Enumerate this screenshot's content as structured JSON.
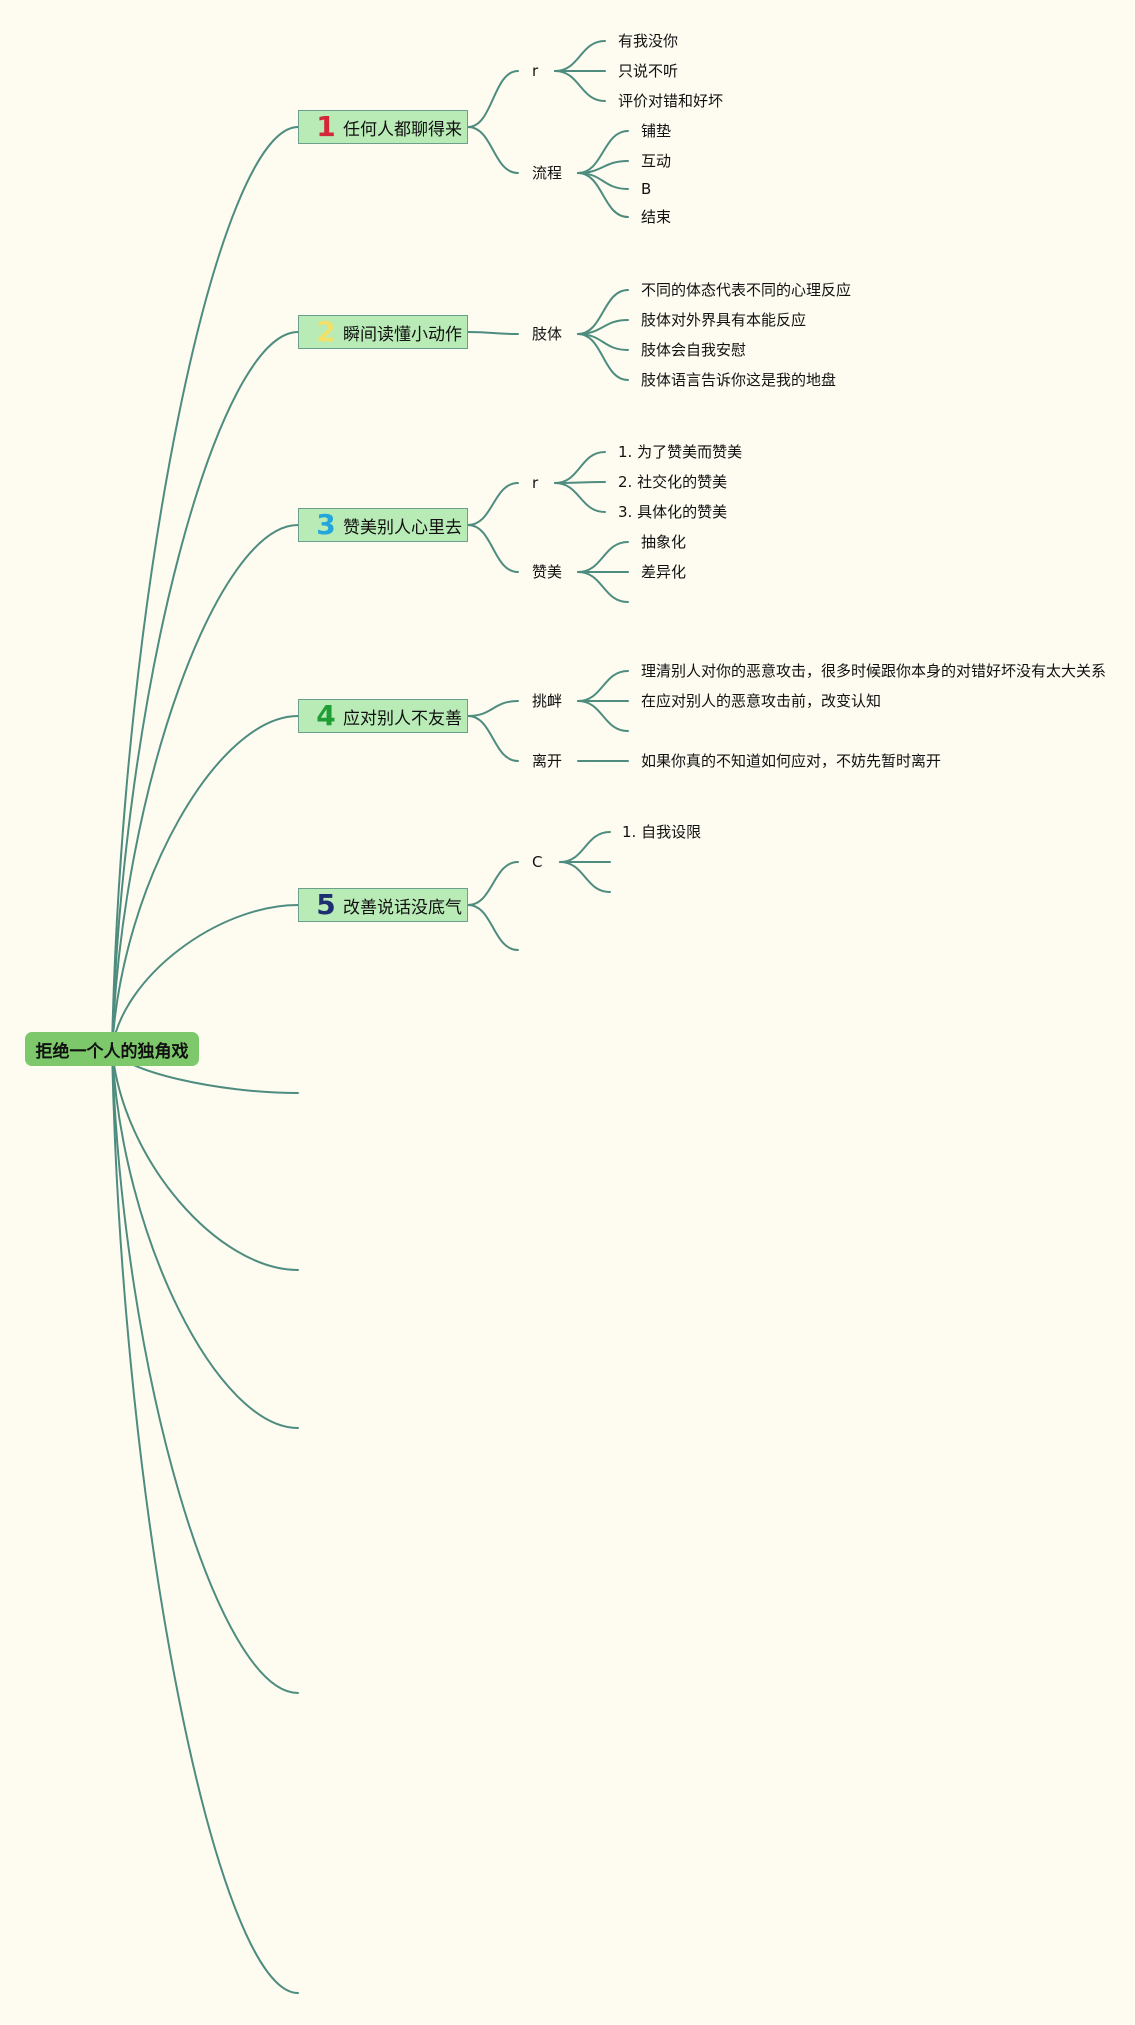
{
  "root": {
    "label": "拒绝一个人的独角戏"
  },
  "topics": [
    {
      "number": "1",
      "number_color": "#d2283a",
      "label": "任何人都聊得来",
      "branches": [
        {
          "label": "r",
          "leaves": [
            "有我没你",
            "只说不听",
            "评价对错和好坏"
          ]
        },
        {
          "label": "流程",
          "leaves": [
            "铺垫",
            "互动",
            "B",
            "结束"
          ]
        }
      ]
    },
    {
      "number": "2",
      "number_color": "#f1e16a",
      "label": "瞬间读懂小动作",
      "branches": [
        {
          "label": "肢体",
          "leaves": [
            "不同的体态代表不同的心理反应",
            "肢体对外界具有本能反应",
            "肢体会自我安慰",
            "肢体语言告诉你这是我的地盘"
          ]
        }
      ]
    },
    {
      "number": "3",
      "number_color": "#22a6db",
      "label": "赞美别人心里去",
      "branches": [
        {
          "label": "r",
          "leaves": [
            "1. 为了赞美而赞美",
            "2. 社交化的赞美",
            "3. 具体化的赞美"
          ]
        },
        {
          "label": "赞美",
          "leaves": [
            "抽象化",
            "差异化",
            ""
          ]
        }
      ]
    },
    {
      "number": "4",
      "number_color": "#1e9e35",
      "label": "应对别人不友善",
      "branches": [
        {
          "label": "挑衅",
          "leaves": [
            "理清别人对你的恶意攻击，很多时候跟你本身的对错好坏没有太大关系",
            "在应对别人的恶意攻击前，改变认知",
            ""
          ]
        },
        {
          "label": "离开",
          "leaves": [
            "如果你真的不知道如何应对，不妨先暂时离开"
          ]
        }
      ]
    },
    {
      "number": "5",
      "number_color": "#1c2f70",
      "label": "改善说话没底气",
      "branches": [
        {
          "label": "C",
          "leaves": [
            "1. 自我设限",
            "",
            ""
          ]
        },
        {
          "label": "",
          "leaves": []
        }
      ]
    }
  ],
  "empty_branch_count": 5
}
